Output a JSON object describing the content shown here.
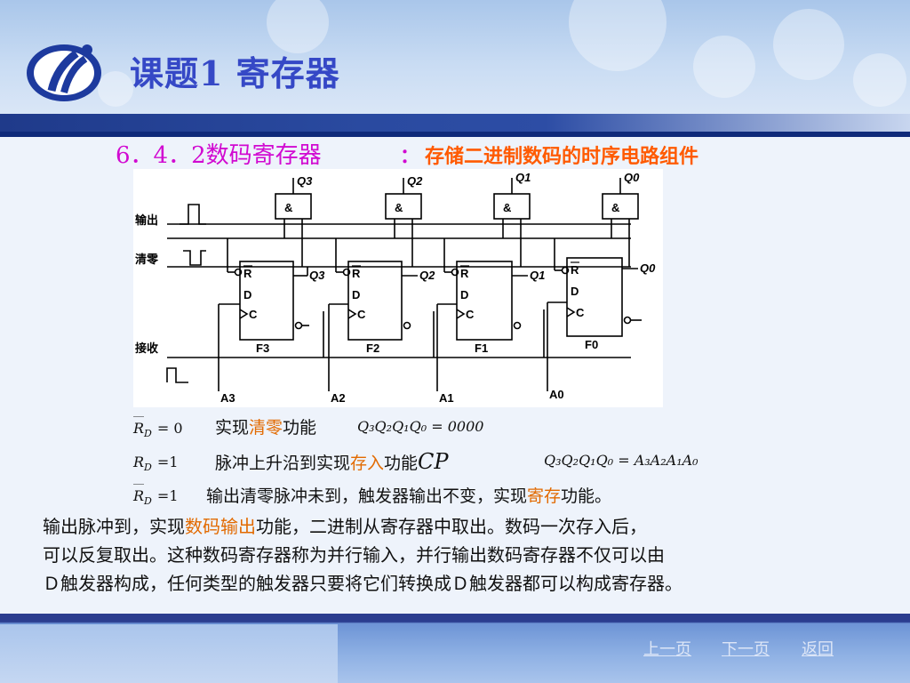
{
  "header": {
    "title": "课题1  寄存器"
  },
  "section": {
    "heading": "6．4．2数码寄存器",
    "colon": "：",
    "description": "存储二进制数码的时序电路组件"
  },
  "circuit": {
    "labels": {
      "output": "输出",
      "clear": "清零",
      "receive": "接收",
      "and_gate": "&",
      "rd": "R",
      "rd_sub": "D",
      "d": "D",
      "c": "C"
    },
    "q_top": [
      "Q3",
      "Q2",
      "Q1",
      "Q0"
    ],
    "q_side": [
      "Q3",
      "Q2",
      "Q1",
      "Q0"
    ],
    "flipflops": [
      "F3",
      "F2",
      "F1",
      "F0"
    ],
    "inputs": [
      "A3",
      "A2",
      "A1",
      "A0"
    ]
  },
  "lines": {
    "line1": {
      "rd_eq": "= 0",
      "pre": "实现",
      "hl": "清零",
      "post": "功能",
      "formula": "Q₃Q₂Q₁Q₀ = 0000"
    },
    "line2": {
      "rd_eq": "=1",
      "pre": "脉冲上升沿到实现",
      "hl": "存入",
      "post": "功能",
      "cp": "CP",
      "formula": "Q₃Q₂Q₁Q₀ = A₃A₂A₁A₀"
    },
    "line3": {
      "rd_eq": "=1",
      "pre": "输出清零脉冲未到，触发器输出不变，实现",
      "hl": "寄存",
      "post": "功能。"
    }
  },
  "paragraph": {
    "l1_pre": "输出脉冲到，实现",
    "l1_hl": "数码输出",
    "l1_post": "功能，二进制从寄存器中取出。数码一次存入后，",
    "l2": "可以反复取出。这种数码寄存器称为并行输入，并行输出数码寄存器不仅可以由",
    "l3": "Ｄ触发器构成，任何类型的触发器只要将它们转换成Ｄ触发器都可以构成寄存器。"
  },
  "nav": {
    "prev": "上一页",
    "next": "下一页",
    "back": "返回"
  },
  "colors": {
    "title": "#3548c6",
    "heading": "#d10ad1",
    "description": "#ff5a00",
    "highlight": "#e26a00"
  }
}
